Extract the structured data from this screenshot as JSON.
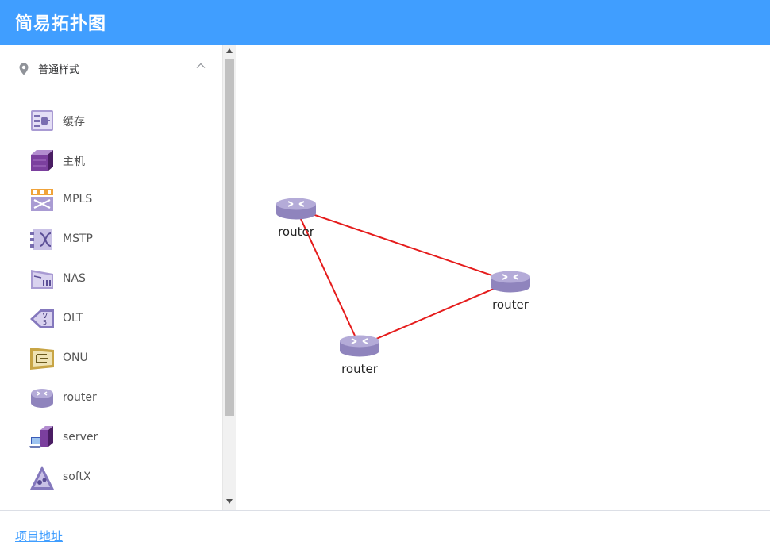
{
  "app": {
    "title": "简易拓扑图"
  },
  "sidebar": {
    "group_label": "普通样式",
    "items": [
      {
        "label": "缓存",
        "icon": "cache-icon"
      },
      {
        "label": "主机",
        "icon": "host-icon"
      },
      {
        "label": "MPLS",
        "icon": "mpls-icon"
      },
      {
        "label": "MSTP",
        "icon": "mstp-icon"
      },
      {
        "label": "NAS",
        "icon": "nas-icon"
      },
      {
        "label": "OLT",
        "icon": "olt-icon"
      },
      {
        "label": "ONU",
        "icon": "onu-icon"
      },
      {
        "label": "router",
        "icon": "router-icon"
      },
      {
        "label": "server",
        "icon": "server-icon"
      },
      {
        "label": "softX",
        "icon": "softx-icon"
      }
    ]
  },
  "topology": {
    "nodes": [
      {
        "id": "r1",
        "label": "router"
      },
      {
        "id": "r2",
        "label": "router"
      },
      {
        "id": "r3",
        "label": "router"
      }
    ],
    "links": [
      [
        "r1",
        "r2"
      ],
      [
        "r1",
        "r3"
      ],
      [
        "r2",
        "r3"
      ]
    ],
    "link_color": "#e51c1c"
  },
  "colors": {
    "header": "#409eff",
    "icon_purple": "#9a8fc5"
  },
  "footer": {
    "link_label": "项目地址"
  }
}
